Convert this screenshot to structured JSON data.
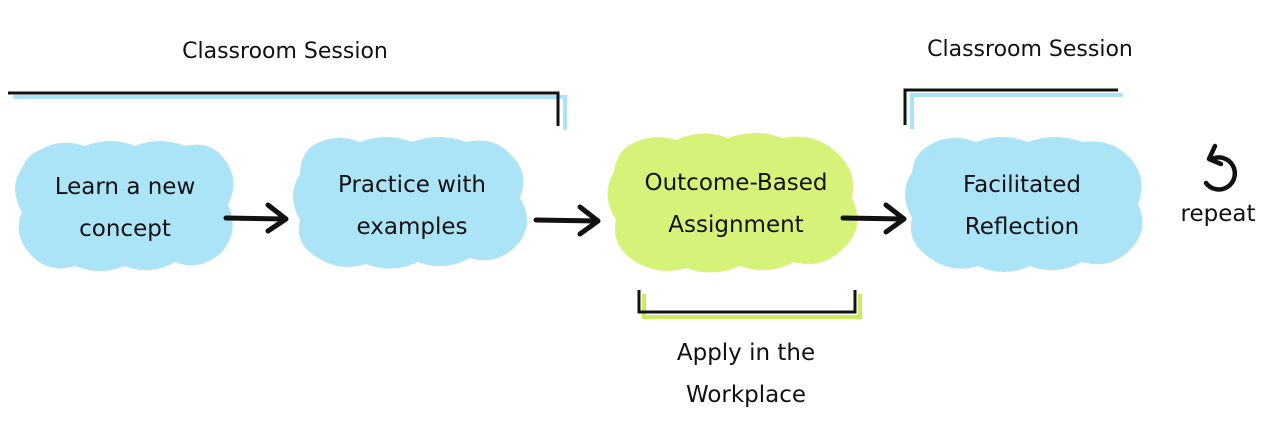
{
  "session_labels": {
    "first": "Classroom Session",
    "second": "Classroom Session"
  },
  "nodes": [
    {
      "line1": "Learn a new",
      "line2": "concept",
      "color": "#ace4f7"
    },
    {
      "line1": "Practice with",
      "line2": "examples",
      "color": "#ace4f7"
    },
    {
      "line1": "Outcome-Based",
      "line2": "Assignment",
      "color": "#d7f279"
    },
    {
      "line1": "Facilitated",
      "line2": "Reflection",
      "color": "#ace4f7"
    }
  ],
  "workplace_label": {
    "line1": "Apply in the",
    "line2": "Workplace"
  },
  "repeat": {
    "label": "repeat",
    "icon": "repeat-arrow-icon"
  },
  "colors": {
    "blue_cloud": "#ace4f7",
    "green_cloud": "#d7f279",
    "ink": "#111111",
    "bracket_accent": "#ace4f7",
    "green_accent": "#c9ec5a"
  }
}
